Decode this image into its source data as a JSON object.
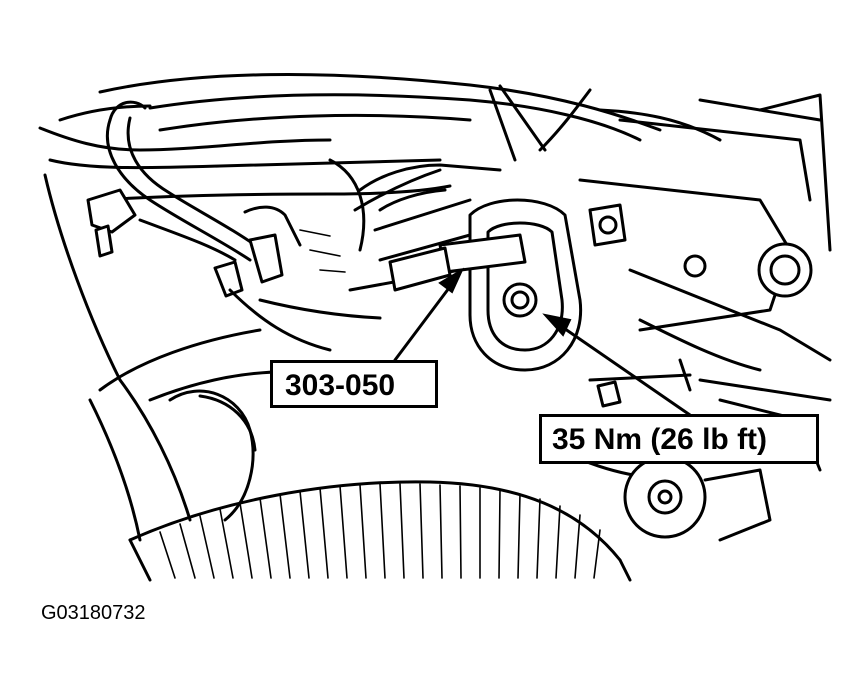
{
  "callouts": {
    "tool": "303-050",
    "torque": "35 Nm (26 lb ft)"
  },
  "figure_id": "G03180732"
}
